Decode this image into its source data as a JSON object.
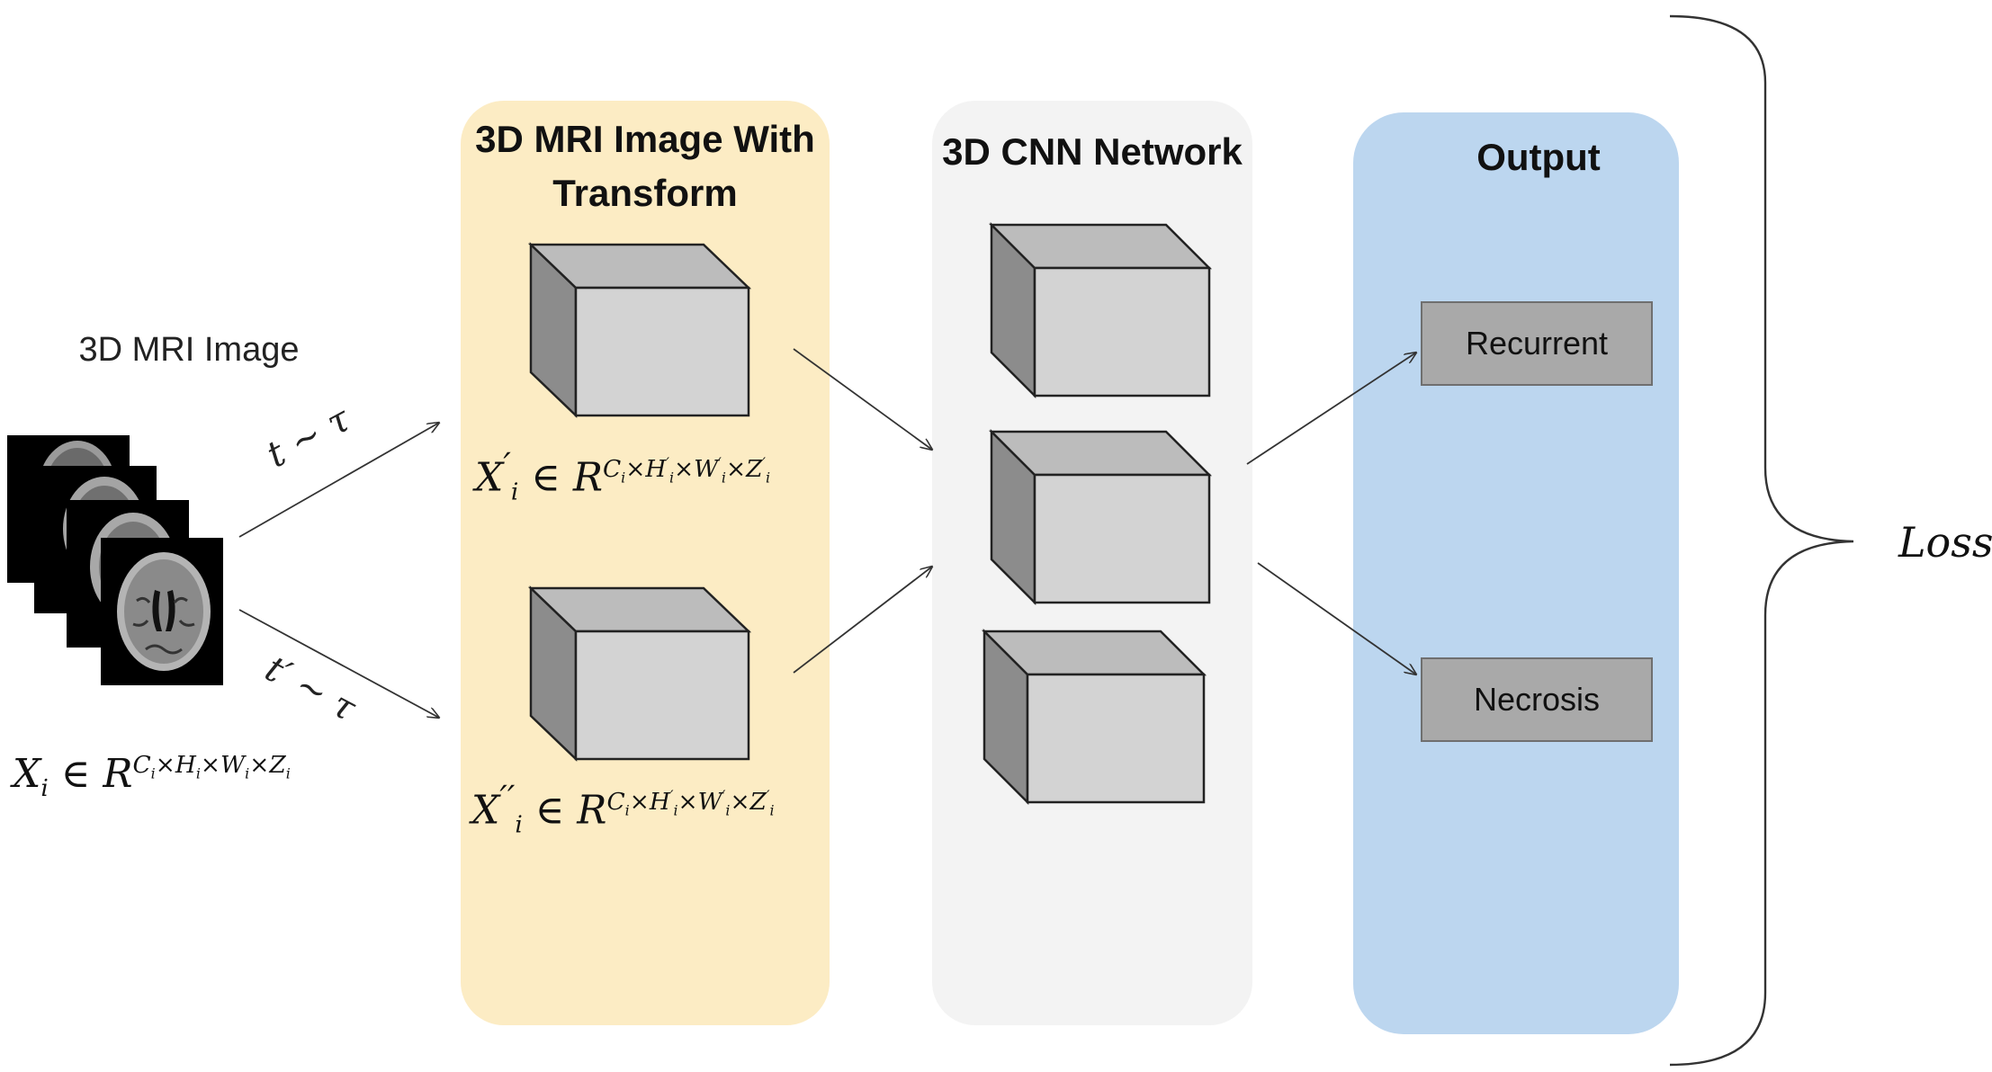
{
  "input": {
    "label": "3D MRI Image",
    "math_base": "X",
    "math_sub": "i",
    "math_rel": " ∈ R",
    "math_exp": "C",
    "math_exp_sub": "i",
    "math_exp_rest": "×H",
    "math_exp_rest_sub": "i",
    "math_exp_rest2": "×W",
    "math_exp_rest2_sub": "i",
    "math_exp_rest3": "×Z",
    "math_exp_rest3_sub": "i"
  },
  "arrows": {
    "upper_label": "t ∼ τ",
    "lower_label": "t′ ∼ τ"
  },
  "transform_panel": {
    "title_line1": "3D MRI Image With",
    "title_line2": "Transform",
    "upper_math": {
      "base": "X",
      "prime": "′",
      "sub": "i",
      "rel": " ∈ R",
      "exp": "C",
      "exp_sub": "i",
      "h": "×H",
      "h_prime": "′",
      "h_sub": "i",
      "w": "×W",
      "w_prime": "′",
      "w_sub": "i",
      "z": "×Z",
      "z_prime": "′",
      "z_sub": "i"
    },
    "lower_math": {
      "base": "X",
      "prime": "′′",
      "sub": "i",
      "rel": " ∈ R",
      "exp": "C",
      "exp_sub": "i",
      "h": "×H",
      "h_prime": "′",
      "h_sub": "i",
      "w": "×W",
      "w_prime": "′",
      "w_sub": "i",
      "z": "×Z",
      "z_prime": "′",
      "z_sub": "i"
    }
  },
  "cnn_panel": {
    "title": "3D CNN Network"
  },
  "output_panel": {
    "title": "Output",
    "classes": [
      "Recurrent",
      "Necrosis"
    ]
  },
  "loss_label": "Loss",
  "colors": {
    "transform_bg": "#fcecc4",
    "cnn_bg": "#f3f3f3",
    "output_bg": "#bcd6ef",
    "cube_front": "#d3d3d3",
    "cube_top": "#bcbcbc",
    "cube_side": "#8c8c8c",
    "class_box": "#a9a9a9"
  }
}
